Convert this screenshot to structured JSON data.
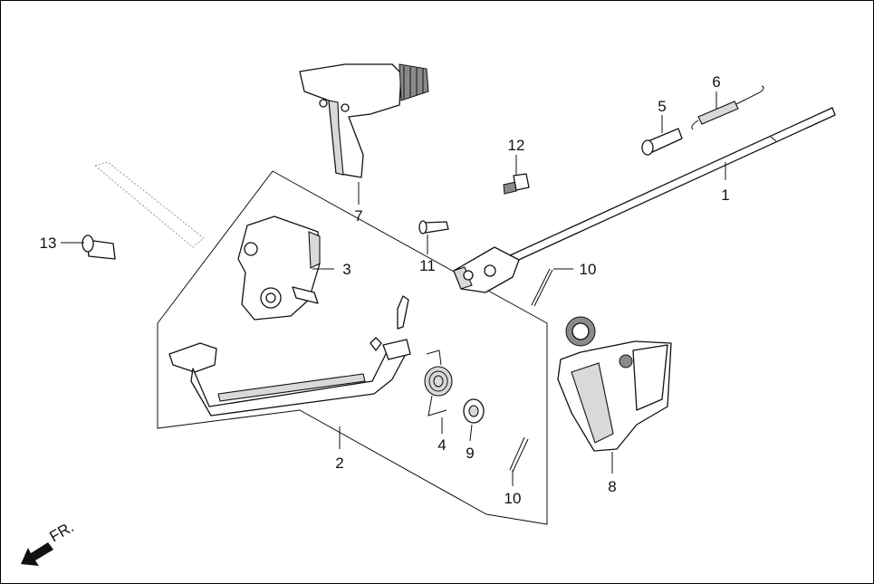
{
  "callouts": [
    {
      "id": "c1",
      "label": "1"
    },
    {
      "id": "c2",
      "label": "2"
    },
    {
      "id": "c3",
      "label": "3"
    },
    {
      "id": "c4",
      "label": "4"
    },
    {
      "id": "c5",
      "label": "5"
    },
    {
      "id": "c6",
      "label": "6"
    },
    {
      "id": "c7",
      "label": "7"
    },
    {
      "id": "c8",
      "label": "8"
    },
    {
      "id": "c9",
      "label": "9"
    },
    {
      "id": "c10a",
      "label": "10"
    },
    {
      "id": "c10b",
      "label": "10"
    },
    {
      "id": "c11",
      "label": "11"
    },
    {
      "id": "c12",
      "label": "12"
    },
    {
      "id": "c13",
      "label": "13"
    }
  ],
  "direction": {
    "label": "FR.",
    "icon": "front-direction-arrow-icon"
  }
}
